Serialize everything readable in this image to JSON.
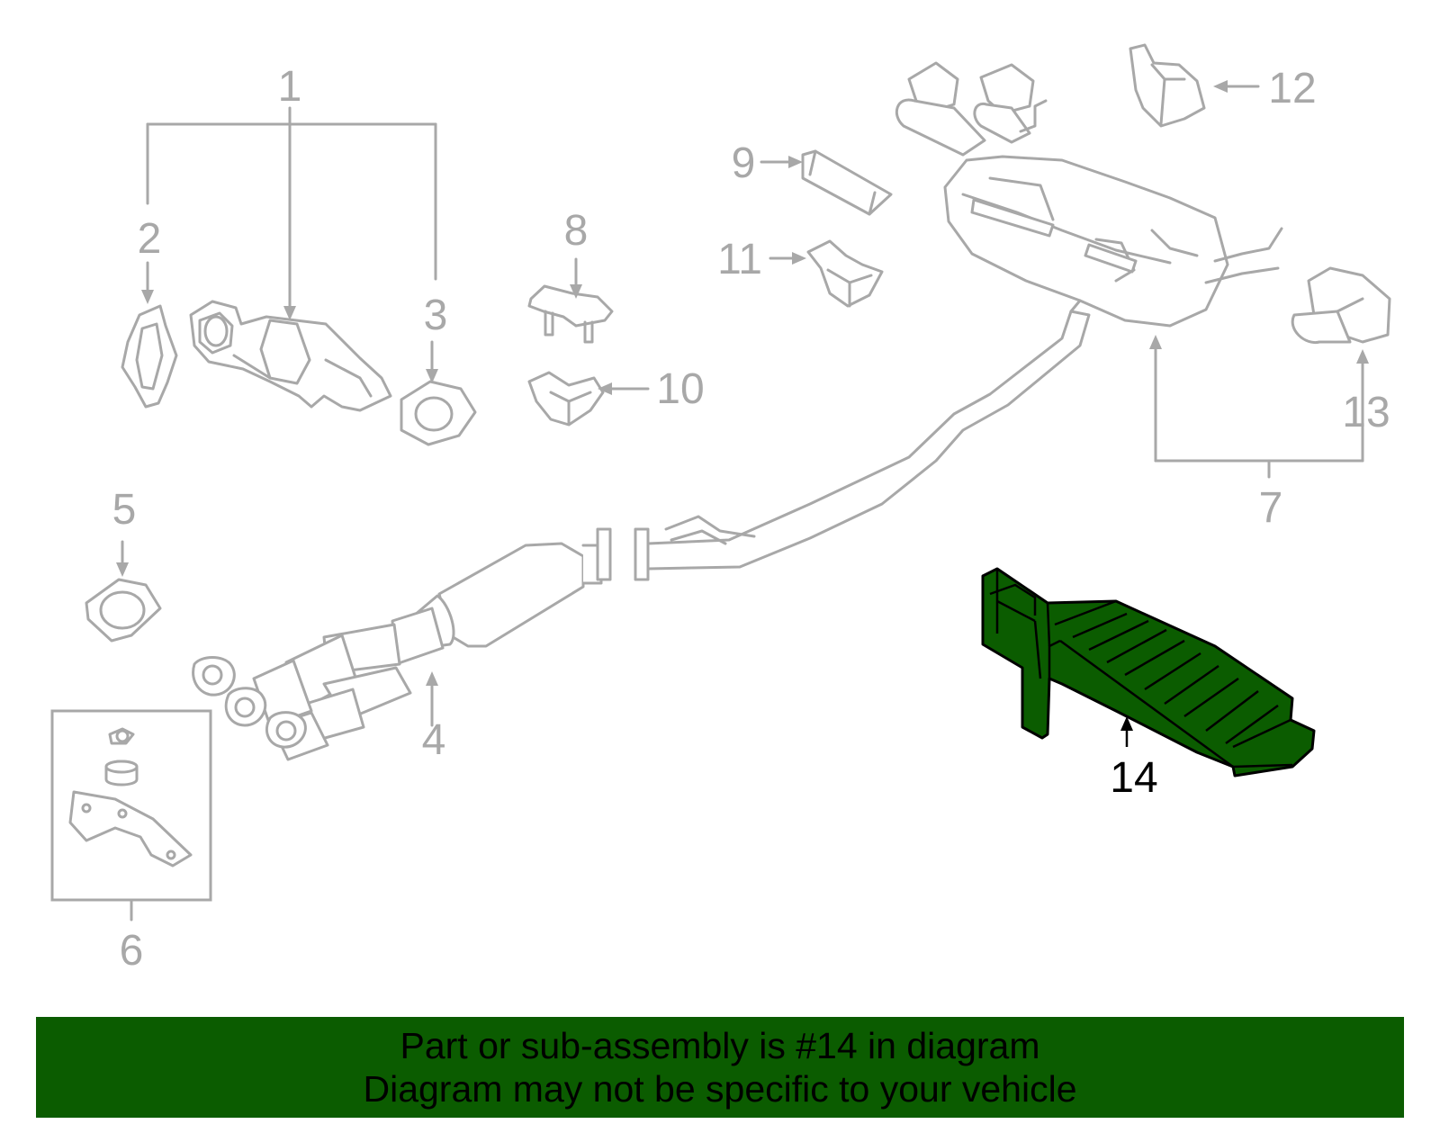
{
  "colors": {
    "highlight": "#0b5c00",
    "line": "#a8a8a8",
    "banner": "#0b5c00"
  },
  "callouts": {
    "c1": "1",
    "c2": "2",
    "c3": "3",
    "c4": "4",
    "c5": "5",
    "c6": "6",
    "c7": "7",
    "c8": "8",
    "c9": "9",
    "c10": "10",
    "c11": "11",
    "c12": "12",
    "c13": "13",
    "c14": "14"
  },
  "banner": {
    "line1": "Part or sub-assembly is #14 in diagram",
    "line2": "Diagram may not be specific to your vehicle"
  }
}
